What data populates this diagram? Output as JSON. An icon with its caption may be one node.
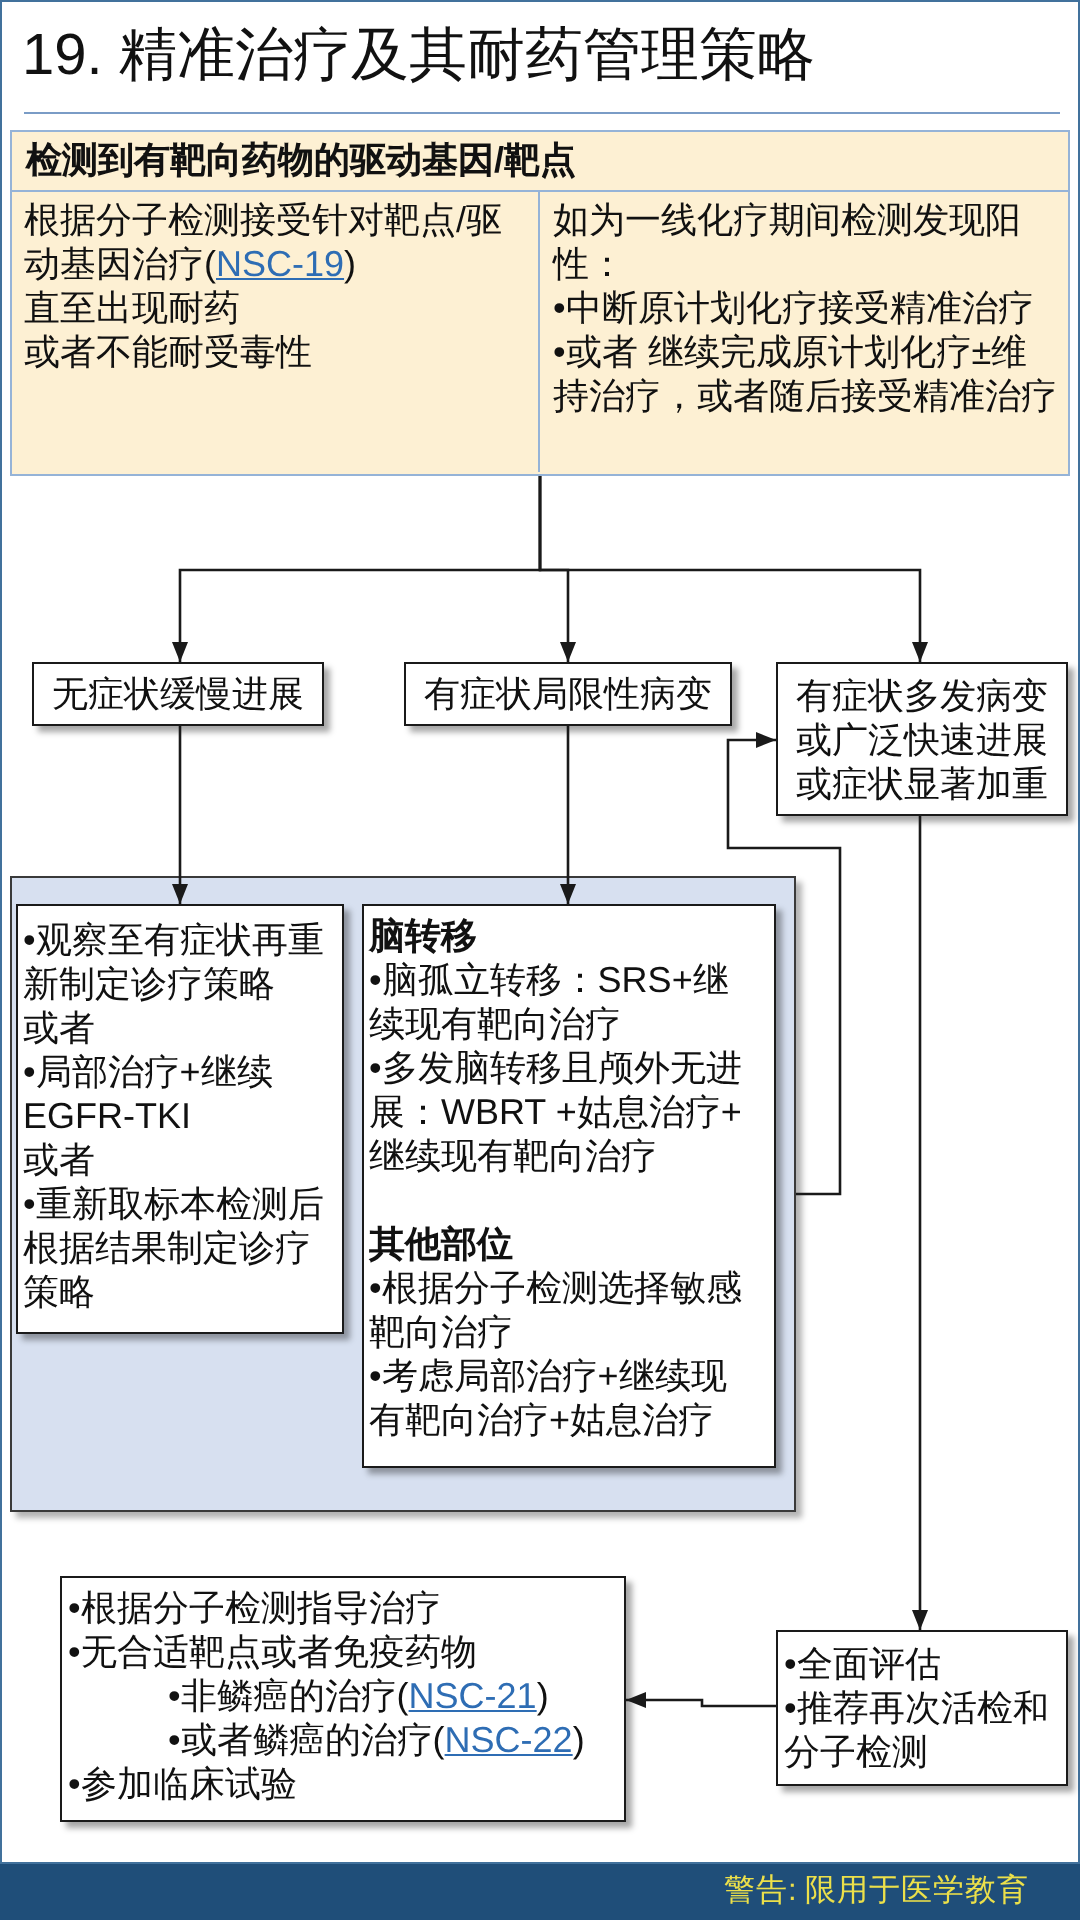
{
  "diagram": {
    "title": "19. 精准治疗及其耐药管理策略",
    "nodes": [
      {
        "text": [
          "检测到有靶向药物的驱动基因/靶点"
        ]
      },
      {
        "text": [
          "根据分子检测接受针对靶点/驱动基因治疗(NSC-19)",
          "直至出现耐药",
          "或者不能耐受毒性"
        ],
        "in": 0
      },
      {
        "text": [
          "如为一线化疗期间检测发现阳性：",
          "•中断原计划化疗接受精准治疗",
          "•或者 继续完成原计划化疗±维持治疗，或者随后接受精准治疗"
        ],
        "in": 0
      },
      {
        "text": [
          "无症状缓慢进展"
        ]
      },
      {
        "text": [
          "有症状局限性病变"
        ]
      },
      {
        "text": [
          "有症状多发病变或广泛快速进展或症状显著加重"
        ]
      },
      {
        "text": [],
        "shape": "box"
      },
      {
        "text": [
          "•观察至有症状再重新制定诊疗策略",
          "或者",
          "•局部治疗+继续EGFR-TKI",
          "或者",
          "•重新取标本检测后根据结果制定诊疗策略"
        ],
        "in": 6
      },
      {
        "text": [
          "脑转移",
          "•脑孤立转移：SRS+继续现有靶向治疗",
          "•多发脑转移且颅外无进展：WBRT +姑息治疗+继续现有靶向治疗",
          "其他部位",
          "•根据分子检测选择敏感靶向治疗",
          "•考虑局部治疗+继续现有靶向治疗+姑息治疗"
        ],
        "in": 6
      },
      {
        "text": [
          "•根据分子检测指导治疗",
          "•无合适靶点或者免疫药物",
          "•非鳞癌的治疗(NSC-21)",
          "•或者鳞癌的治疗(NSC-22)",
          "•参加临床试验"
        ]
      },
      {
        "text": [
          "•全面评估",
          "•推荐再次活检和分子检测"
        ]
      }
    ],
    "edges": [
      {
        "from": 0,
        "to": 3,
        "arrow": "to"
      },
      {
        "from": 0,
        "to": 4,
        "arrow": "to"
      },
      {
        "from": 0,
        "to": 5,
        "arrow": "to"
      },
      {
        "from": 3,
        "to": 7,
        "arrow": "to"
      },
      {
        "from": 4,
        "to": 8,
        "arrow": "to"
      },
      {
        "from": 6,
        "to": 5,
        "arrow": "to"
      },
      {
        "from": 5,
        "to": 10,
        "arrow": "to"
      },
      {
        "from": 10,
        "to": 9,
        "arrow": "to"
      }
    ],
    "labels": [
      "警告: 限用于医学教育"
    ]
  }
}
